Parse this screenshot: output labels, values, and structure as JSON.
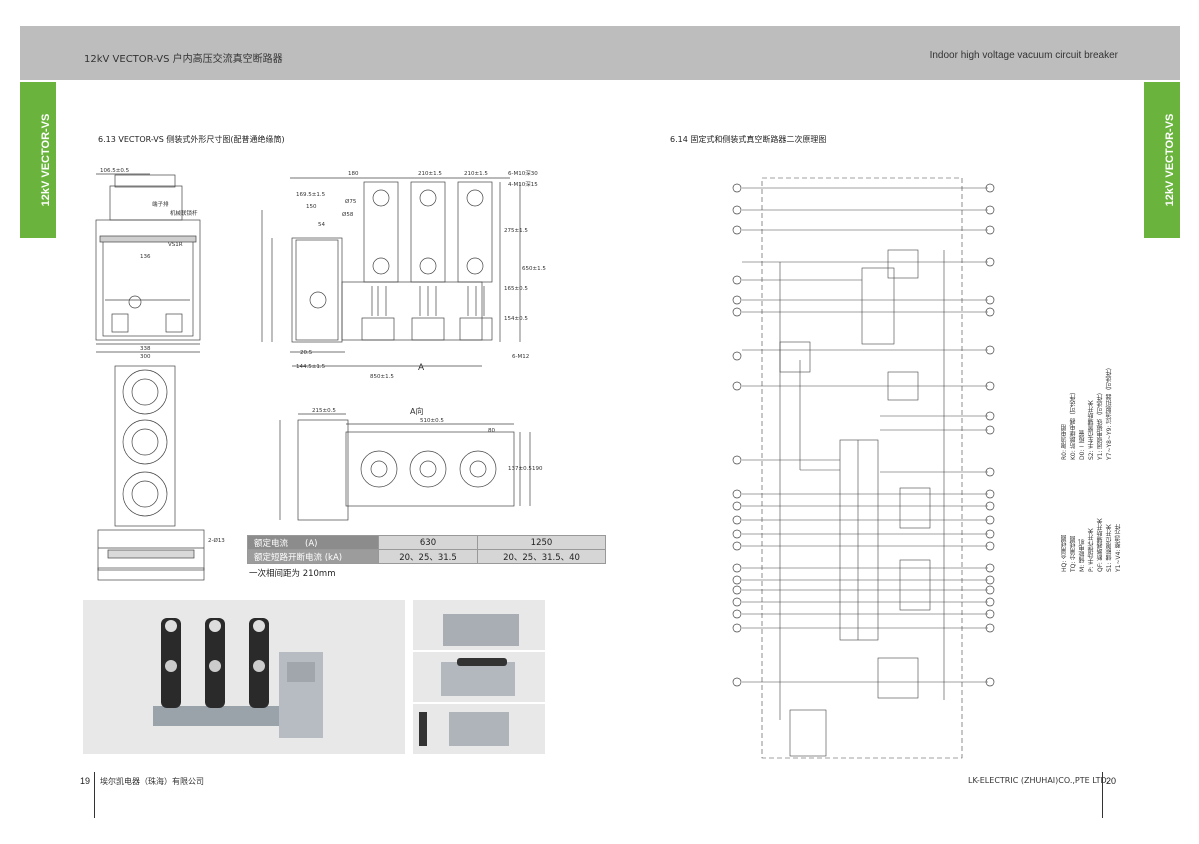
{
  "header": {
    "left_title": "12kV VECTOR-VS 户内高压交流真空断路器",
    "right_title": "Indoor high voltage vacuum circuit breaker"
  },
  "side_tab": {
    "left": "12kV VECTOR-VS",
    "right": "12kV VECTOR-VS"
  },
  "sections": {
    "left_title": "6.13 VECTOR-VS 侧装式外形尺寸图(配普通绝缘筒)",
    "right_title": "6.14 固定式和侧装式真空断路器二次原理图"
  },
  "drawing_labels": {
    "dim_top": "106.5±0.5",
    "term_block": "端子排",
    "interlock": "机械联锁杆",
    "vs1r": "VS1R",
    "d136": "136",
    "d338": "338",
    "d300": "300",
    "d180": "180",
    "d210a": "210±1.5",
    "d210b": "210±1.5",
    "m10": "6-M10深30",
    "m10b": "4-M10深15",
    "d169": "169.5±1.5",
    "d150": "150",
    "d75": "Ø75",
    "d58": "Ø58",
    "d54": "54",
    "d650": "650±1.5",
    "d275": "275±1.5",
    "d165": "165±0.5",
    "d154": "154±0.5",
    "d144": "144.5±1.5",
    "d205": "20.5",
    "d850": "850±1.5",
    "m12": "6-M12",
    "arrow_a": "A",
    "view_a": "A向",
    "d215": "215±0.5",
    "d510": "510±0.5",
    "d80": "80",
    "d137": "137±0.5",
    "d190": "190",
    "hole": "2-Ø13"
  },
  "spec_table": {
    "row1": {
      "label": "额定电流　　(A)",
      "v1": "630",
      "v2": "1250"
    },
    "row2": {
      "label": "额定短路开断电流 (kA)",
      "v1": "20、25、31.5",
      "v2": "20、25、31.5、40"
    }
  },
  "note": "一次相间距为 210mm",
  "legend_col1": [
    "HQ: 合闸线圈",
    "TQ: 分闸线圈",
    "M: 储能电机",
    "P: 手动操作开关",
    "QF: 断路器辅助开关",
    "S1: 储能限位开关",
    "Y1~V4: 整流元件"
  ],
  "legend_col2": [
    "R0: 限流电阻",
    "K0: 防跳继电器（可选件）",
    "D0: 二极管",
    "S2: 手车位置辅助开关",
    "Y1: 闭锁电磁铁（可选件）",
    "Y7~Y8~Y9: 过流脱扣器（可选件）"
  ],
  "footer": {
    "left_page": "19",
    "left_company": "埃尔凯电器（珠海）有限公司",
    "right_company": "LK-ELECTRIC (ZHUHAI)CO.,PTE LTD.",
    "right_page": "20"
  }
}
